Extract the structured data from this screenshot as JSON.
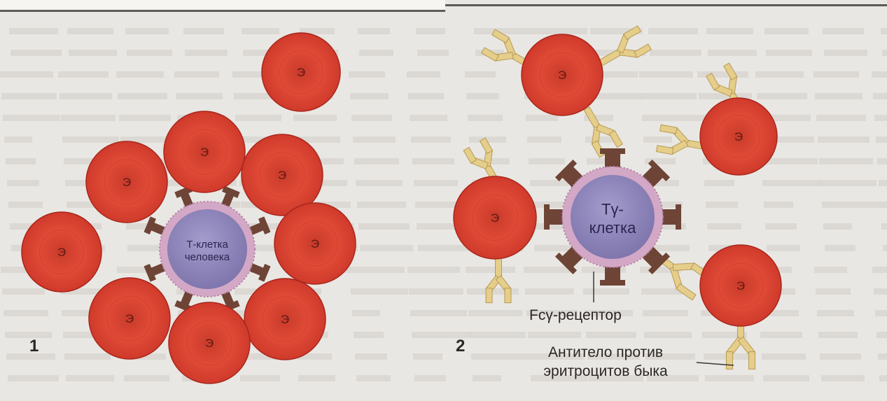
{
  "panel1": {
    "number": "1",
    "erythrocyte_letter": "Э",
    "tcell_line1": "Т-клетка",
    "tcell_line2": "человека"
  },
  "panel2": {
    "number": "2",
    "erythrocyte_letter": "Э",
    "tcell_line1": "Тγ-",
    "tcell_line2": "клетка",
    "receptor_label": "Fcγ-рецептор",
    "antibody_label_line1": "Антитело против",
    "antibody_label_line2": "эритроцитов быка"
  },
  "colors": {
    "erythrocyte": "#d8412f",
    "erythrocyte_dark": "#a8261c",
    "tcell_nucleus": "#8b82b8",
    "tcell_cytoplasm": "#d3a8c6",
    "receptor": "#6e4436",
    "antibody": "#e5cd8a"
  }
}
